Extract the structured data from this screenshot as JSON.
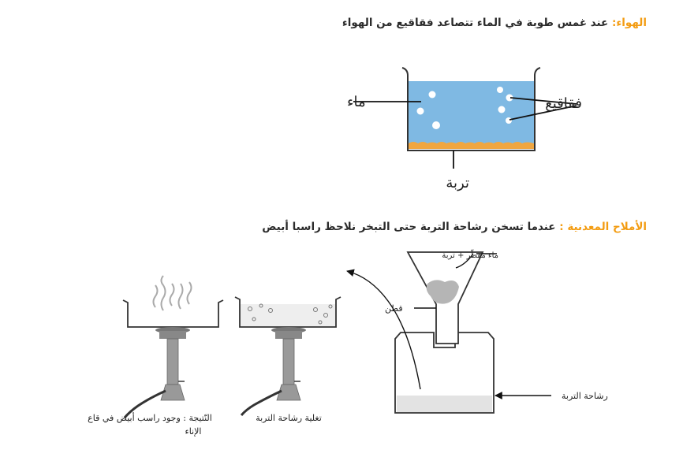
{
  "section_air": {
    "key": "الهواء",
    "sep": ":",
    "text": " عند غمس طوبة في الماء تتصاعد فقاقيع من الهواء"
  },
  "diagram_air": {
    "water_label": "ماء",
    "bubbles_label": "فقاقيع",
    "soil_label": "تربة",
    "water_color": "#7fb9e3",
    "soil_color": "#f0a640"
  },
  "section_salts": {
    "key": "الأملاح المعدنية",
    "sep": " :",
    "text": " عندما تسخن رشاحة التربة حتى التبخر نلاحظ راسبا أبيض"
  },
  "diagram_salts": {
    "distilled_water_label": "ماء مقطّر + تربة",
    "cotton_label": "قطن",
    "filtrate_label": "رشاحة التربة",
    "boiling_label": "تغلية رشاحة التربة",
    "result_label_line1": "النّتيجة : وجود راسب أبيض في قاع",
    "result_label_line2": "الإناء"
  }
}
